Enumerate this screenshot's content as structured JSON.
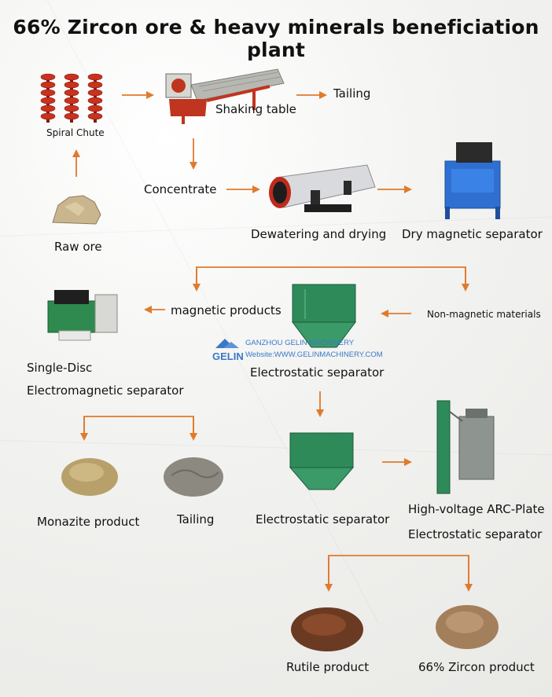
{
  "title": "66% Zircon ore & heavy minerals beneficiation plant",
  "colors": {
    "arrow": "#e07a2c",
    "watermark": "#3a78c8",
    "machine_green": "#2f8a5a",
    "machine_blue": "#2f6fd0"
  },
  "nodes": {
    "spiral_chute": "Spiral Chute",
    "shaking_table": "Shaking table",
    "tailing_top": "Tailing",
    "concentrate": "Concentrate",
    "dewatering": "Dewatering and drying",
    "dry_magnetic": "Dry magnetic separator",
    "raw_ore": "Raw ore",
    "magnetic_products": "magnetic products",
    "non_magnetic": "Non-magnetic materials",
    "single_disc_1": "Single-Disc",
    "single_disc_2": "Electromagnetic separator",
    "electrostatic_1": "Electrostatic separator",
    "monazite": "Monazite product",
    "tailing_bottom": "Tailing",
    "electrostatic_2": "Electrostatic separator",
    "hv_arc_1": "High-voltage ARC-Plate",
    "hv_arc_2": "Electrostatic separator",
    "rutile": "Rutile product",
    "zircon": "66% Zircon product"
  },
  "watermark": {
    "logo": "GELIN",
    "company": "GANZHOU GELIN MACHINERY",
    "website": "Website:WWW.GELINMACHINERY.COM"
  }
}
